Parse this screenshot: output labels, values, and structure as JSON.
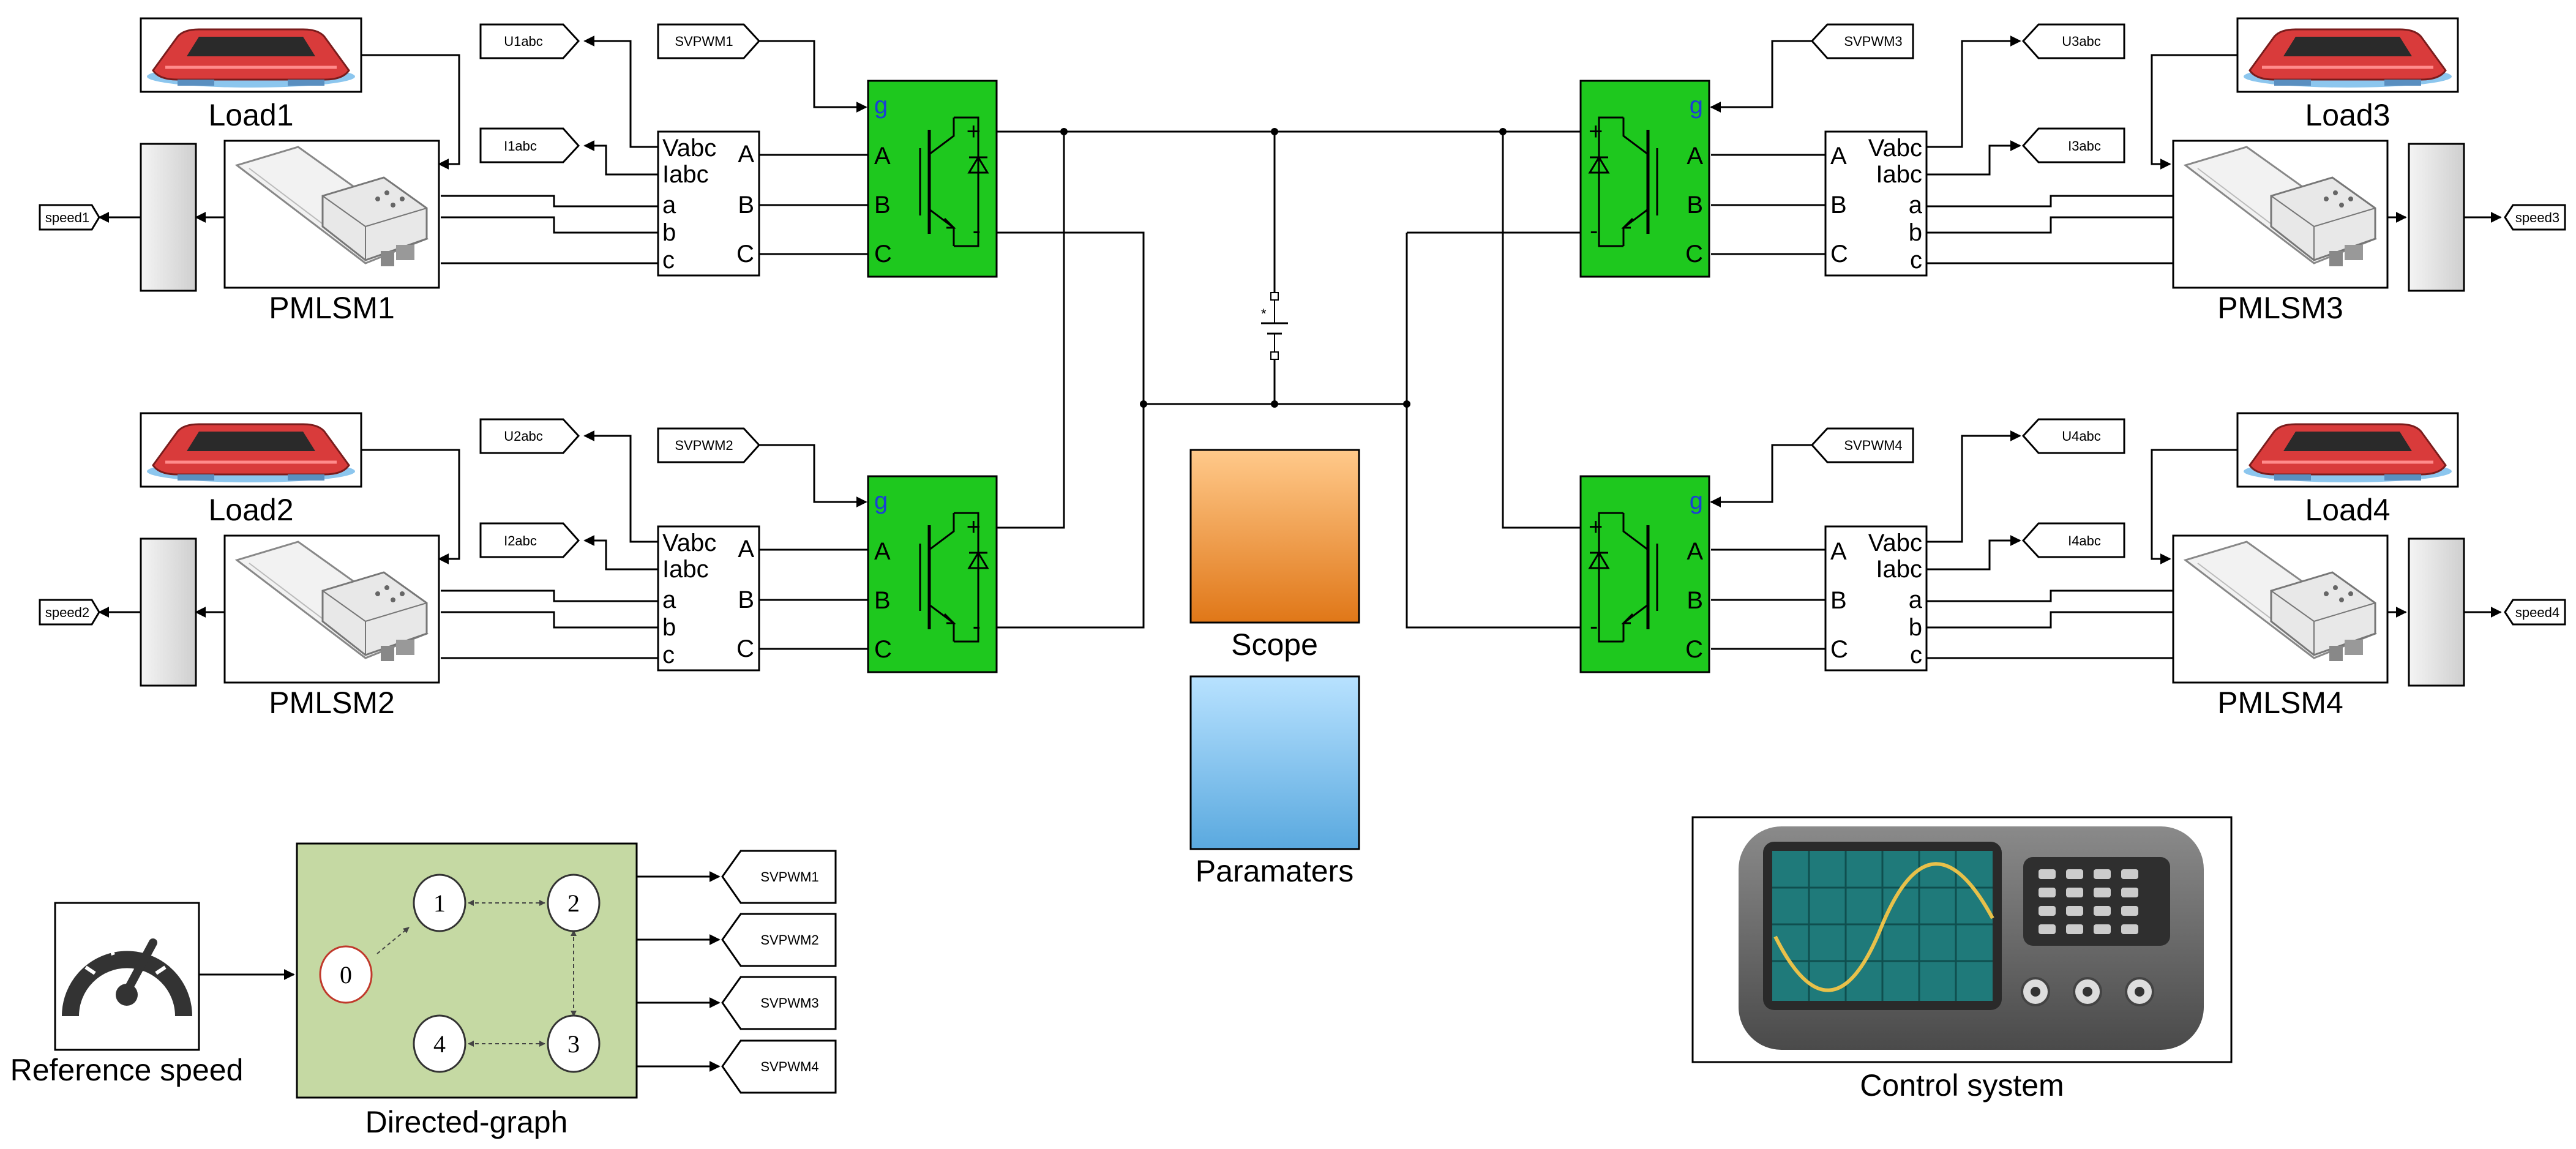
{
  "blocks": {
    "load1": "Load1",
    "load2": "Load2",
    "load3": "Load3",
    "load4": "Load4",
    "pmlsm1": "PMLSM1",
    "pmlsm2": "PMLSM2",
    "pmlsm3": "PMLSM3",
    "pmlsm4": "PMLSM4",
    "scope": "Scope",
    "parameters": "Paramaters",
    "reference_speed": "Reference speed",
    "directed_graph": "Directed-graph",
    "control_system": "Control system"
  },
  "tags": {
    "u1": "U1abc",
    "i1": "I1abc",
    "u2": "U2abc",
    "i2": "I2abc",
    "u3": "U3abc",
    "i3": "I3abc",
    "u4": "U4abc",
    "i4": "I4abc",
    "svpwm1": "SVPWM1",
    "svpwm2": "SVPWM2",
    "svpwm3": "SVPWM3",
    "svpwm4": "SVPWM4",
    "speed1": "speed1",
    "speed2": "speed2",
    "speed3": "speed3",
    "speed4": "speed4"
  },
  "ports": {
    "vabc": "Vabc",
    "iabc": "Iabc",
    "A": "A",
    "B": "B",
    "C": "C",
    "a": "a",
    "b": "b",
    "c": "c",
    "g": "g",
    "plus": "+",
    "minus": "-"
  },
  "graph_nodes": [
    "0",
    "1",
    "2",
    "3",
    "4"
  ],
  "colors": {
    "inverter": "#1ec81e",
    "scope": "#e8872e",
    "parameters": "#67b6ec",
    "directed_graph": "#c5d9a3",
    "train": "#d93b3b",
    "screen": "#1f7a7a"
  }
}
